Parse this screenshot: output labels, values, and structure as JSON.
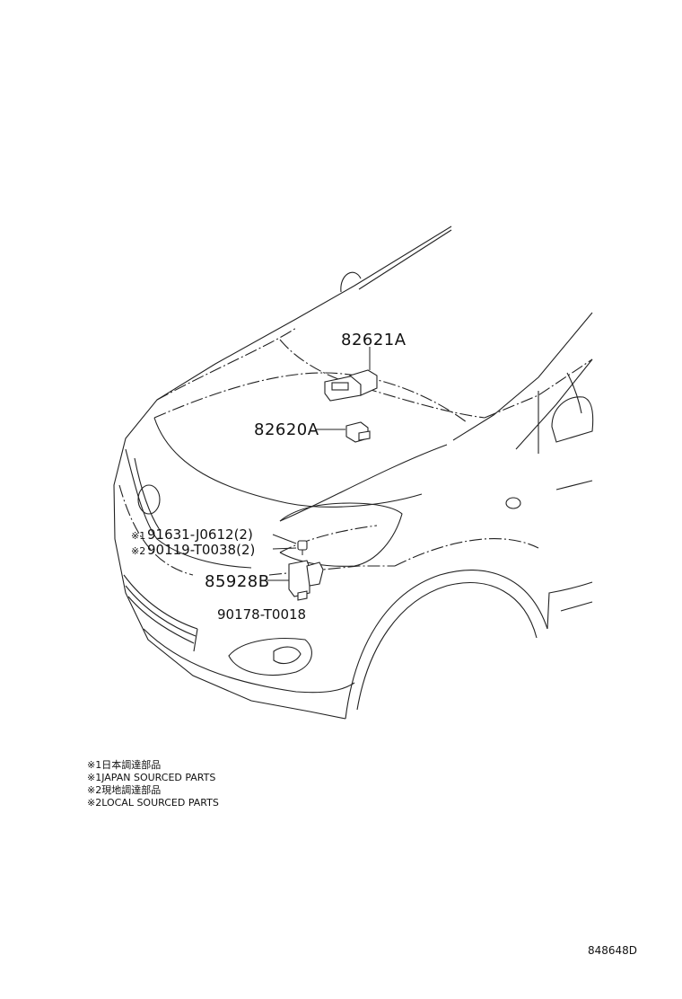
{
  "callouts": {
    "p82621": "82621A",
    "p82620": "82620A",
    "p91631": "91631-J0612(2)",
    "p91631_mark": "※1",
    "p90119": "90119-T0038(2)",
    "p90119_mark": "※2",
    "p85928": "85928B",
    "p90178": "90178-T0018"
  },
  "legend": [
    "※1日本調達部品",
    "※1JAPAN SOURCED PARTS",
    "※2現地調達部品",
    "※2LOCAL SOURCED PARTS"
  ],
  "diagram_code": "848648D"
}
